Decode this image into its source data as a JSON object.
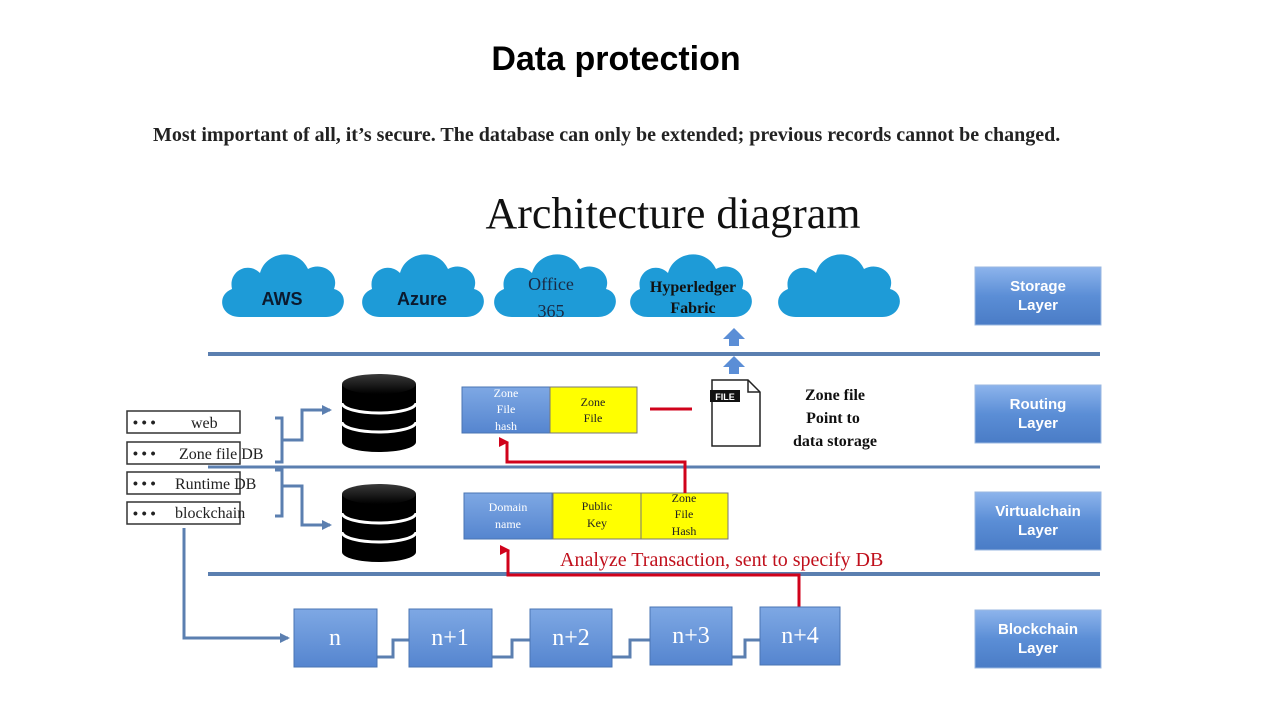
{
  "slide": {
    "title": "Data protection",
    "intro": "Most important of all, it’s secure. The database can only be extended; previous records cannot be changed."
  },
  "diagram": {
    "title": "Architecture diagram",
    "clouds": [
      "AWS",
      "Azure",
      "Office",
      "365",
      "Hyperledger",
      "Fabric"
    ],
    "layers": {
      "storage": [
        "Storage",
        "Layer"
      ],
      "routing": [
        "Routing",
        "Layer"
      ],
      "virtualchain": [
        "Virtualchain",
        "Layer"
      ],
      "blockchain": [
        "Blockchain",
        "Layer"
      ]
    },
    "sources": [
      "web",
      "Zone file DB",
      "Runtime DB",
      "blockchain"
    ],
    "source_dots": "• • •",
    "routing_boxes": {
      "hash": [
        "Zone",
        "File",
        "hash"
      ],
      "zone_file": [
        "Zone",
        "File"
      ]
    },
    "file_icon_label": "FILE",
    "zone_note": [
      "Zone file",
      "Point to",
      "data storage"
    ],
    "virtual_boxes": {
      "domain": [
        "Domain",
        "name"
      ],
      "public_key": [
        "Public",
        "Key"
      ],
      "zone_hash": [
        "Zone",
        "File",
        "Hash"
      ]
    },
    "analyze_label": "Analyze Transaction, sent to specify DB",
    "blocks": [
      "n",
      "n+1",
      "n+2",
      "n+3",
      "n+4"
    ],
    "colors": {
      "cloud": "#1e9bd7",
      "layer_box": "#5b8ed6",
      "yellow_box": "#ffff00",
      "divider": "#5b7fb0",
      "red_arrow": "#d0021b",
      "db_icon": "#0a0a0a"
    }
  }
}
